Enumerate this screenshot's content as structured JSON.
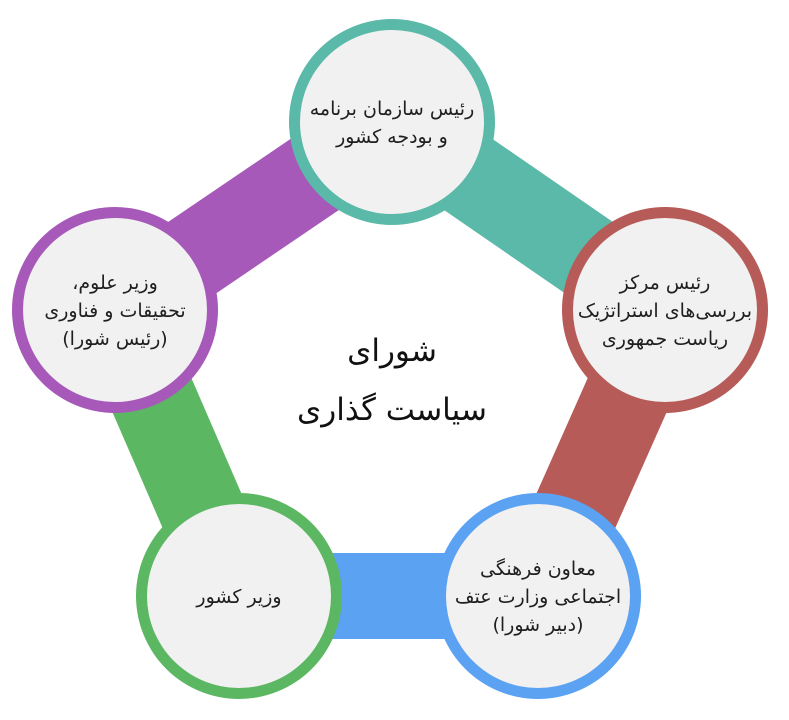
{
  "center": {
    "lines": [
      "شورای",
      "سیاست گذاری"
    ]
  },
  "nodes": [
    {
      "id": "plan-budget",
      "color": "#5ab9a8",
      "lines": [
        "رئیس سازمان برنامه",
        "و بودجه کشور"
      ]
    },
    {
      "id": "strategic-research",
      "color": "#b65b57",
      "lines": [
        "رئیس مرکز",
        "بررسی‌های استراتژیک",
        "ریاست جمهوری"
      ]
    },
    {
      "id": "culture-deputy",
      "color": "#5ba2f2",
      "lines": [
        "معاون فرهنگی",
        "اجتماعی وزارت عتف",
        "(دبیر شورا)"
      ]
    },
    {
      "id": "interior-minister",
      "color": "#5cb762",
      "lines": [
        "وزیر کشور"
      ]
    },
    {
      "id": "science-minister",
      "color": "#a659b8",
      "lines": [
        "وزیر علوم،",
        "تحقیقات و فناوری",
        "(رئیس شورا)"
      ]
    }
  ],
  "circle_fill": "#f1f1f1"
}
